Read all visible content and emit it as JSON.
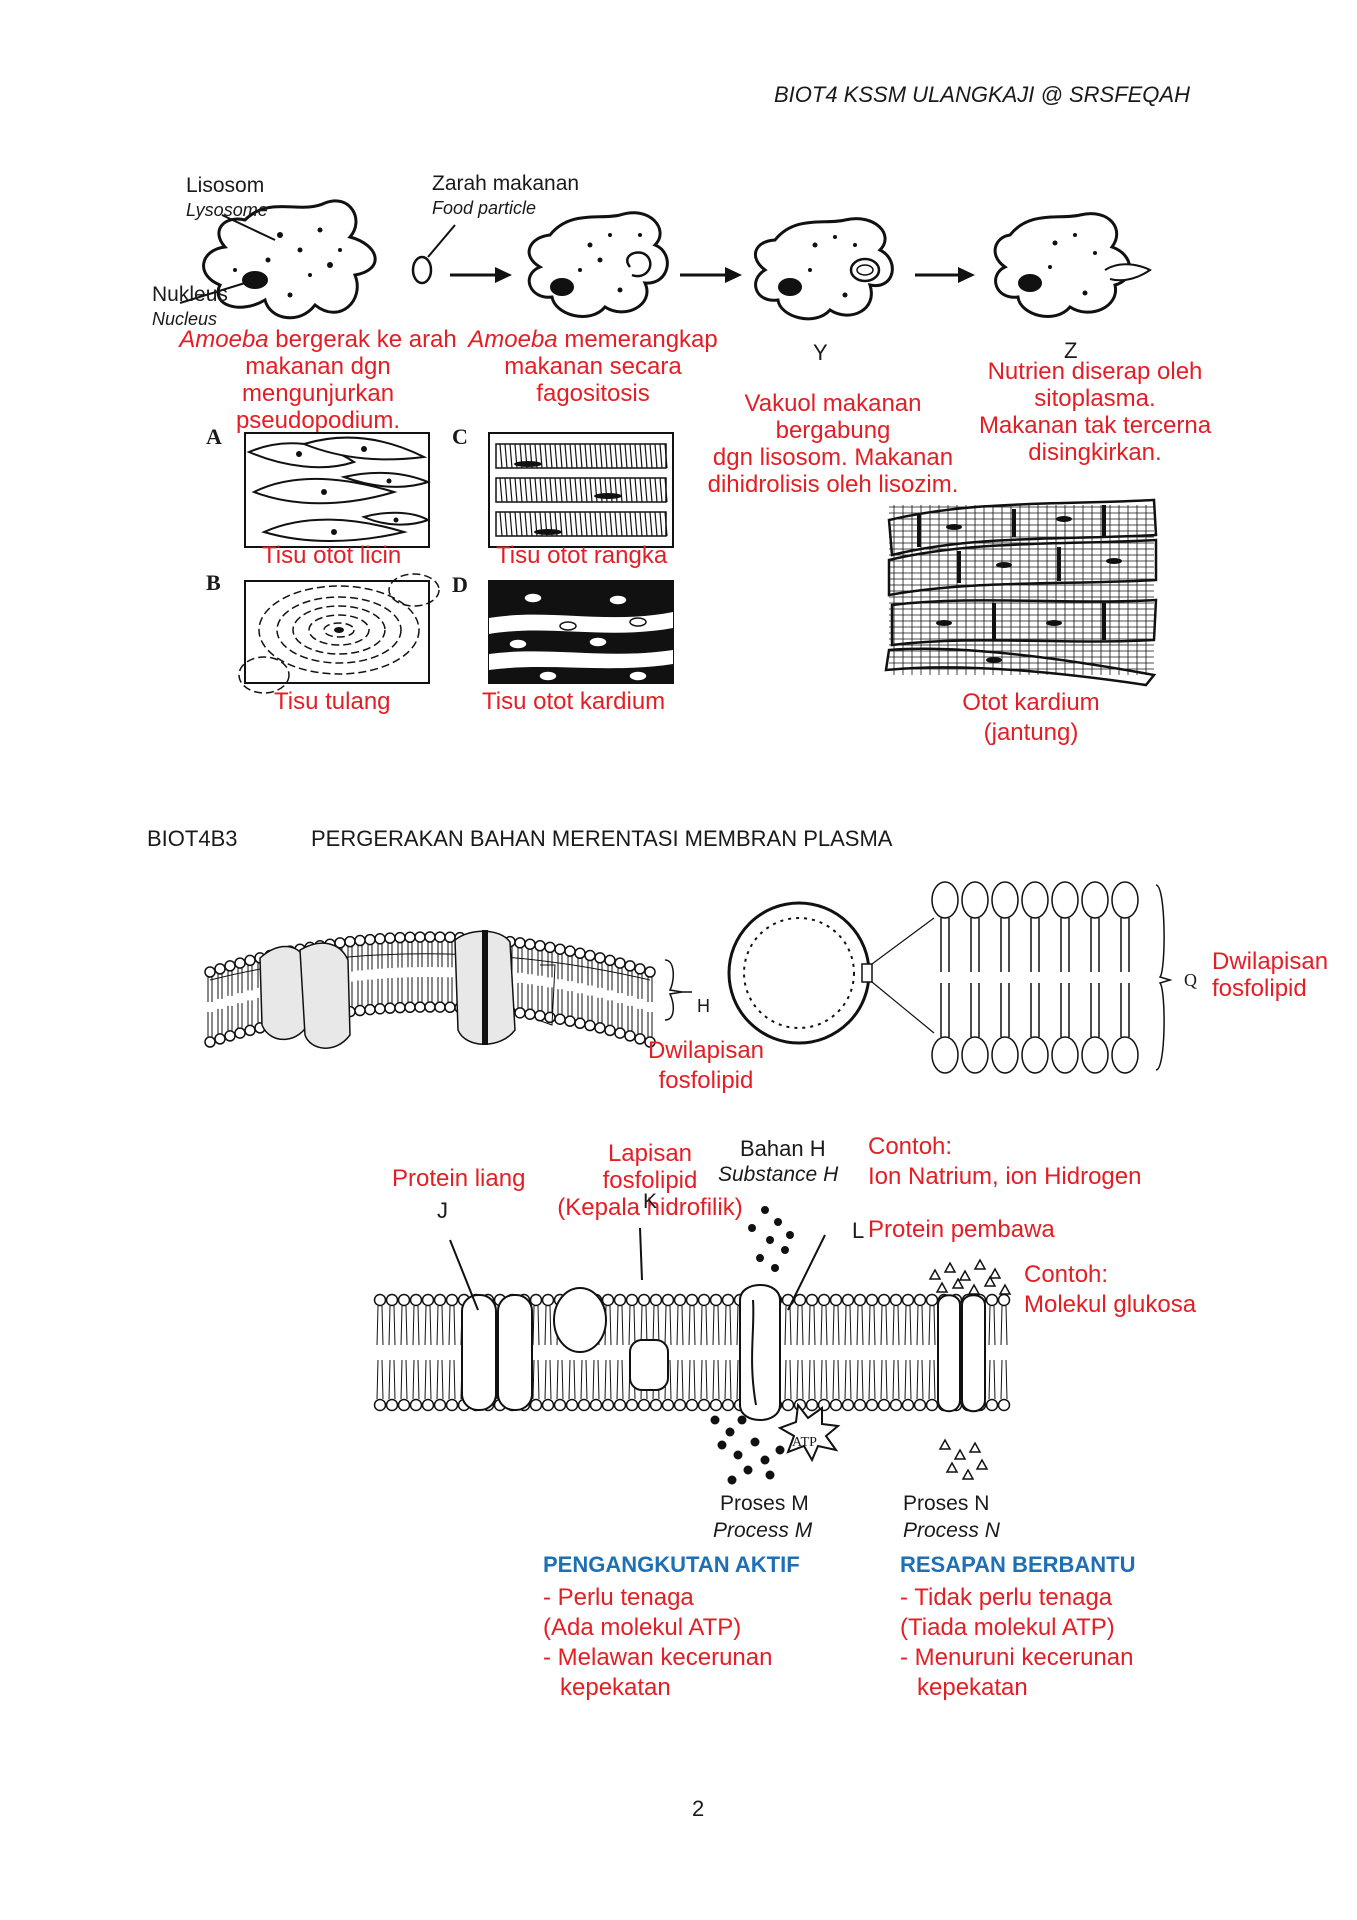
{
  "header": {
    "text": "BIOT4 KSSM ULANGKAJI @ SRSFEQAH"
  },
  "amoeba": {
    "lisosom": "Lisosom",
    "lysosome": "Lysosome",
    "zarah": "Zarah makanan",
    "food": "Food particle",
    "nukleus": "Nukleus",
    "nucleus": "Nucleus",
    "y": "Y",
    "z": "Z",
    "step1": {
      "it": "Amoeba",
      "l1": " bergerak ke arah",
      "l2": "makanan dgn mengunjurkan",
      "l3": "pseudopodium."
    },
    "step2": {
      "it": "Amoeba",
      "l1": " memerangkap",
      "l2": "makanan secara",
      "l3": "fagositosis"
    },
    "step3": {
      "l1": "Vakuol makanan bergabung",
      "l2": "dgn lisosom. Makanan",
      "l3": "dihidrolisis oleh lisozim."
    },
    "step4": {
      "l1": "Nutrien diserap oleh",
      "l2": "sitoplasma.",
      "l3": "Makanan tak tercerna",
      "l4": "disingkirkan."
    }
  },
  "tissues": {
    "A": "A",
    "B": "B",
    "C": "C",
    "D": "D",
    "a_label": "Tisu otot licin",
    "b_label": "Tisu tulang",
    "c_label": "Tisu otot rangka",
    "d_label": "Tisu otot kardium",
    "cardiac_l1": "Otot kardium",
    "cardiac_l2": "(jantung)"
  },
  "section": {
    "code": "BIOT4B3",
    "title": "PERGERAKAN BAHAN MERENTASI MEMBRAN PLASMA"
  },
  "membrane1": {
    "h": "H",
    "dw1_l1": "Dwilapisan",
    "dw1_l2": "fosfolipid",
    "q": "Q",
    "dw2_l1": "Dwilapisan",
    "dw2_l2": "fosfolipid"
  },
  "membrane2": {
    "protein_liang": "Protein liang",
    "j": "J",
    "lapisan_l1": "Lapisan",
    "lapisan_l2": "fosfolipid",
    "lapisan_l3": "(Kepala hidrofilik)",
    "k": "K",
    "bahan_h": "Bahan H",
    "substance_h": "Substance H",
    "contoh1_l1": "Contoh:",
    "contoh1_l2": "Ion Natrium, ion Hidrogen",
    "l": "L",
    "protein_pembawa": "Protein pembawa",
    "contoh2_l1": "Contoh:",
    "contoh2_l2": "Molekul glukosa",
    "atp": "ATP",
    "proses_m": "Proses M",
    "process_m": "Process M",
    "proses_n": "Proses N",
    "process_n": "Process N"
  },
  "active": {
    "title": "PENGANGKUTAN AKTIF",
    "l1": "- Perlu tenaga",
    "l2": "(Ada molekul ATP)",
    "l3": "-  Melawan kecerunan",
    "l4": "kepekatan"
  },
  "facilitated": {
    "title": "RESAPAN BERBANTU",
    "l1": "- Tidak perlu tenaga",
    "l2": "(Tiada molekul ATP)",
    "l3": "-  Menuruni kecerunan",
    "l4": "kepekatan"
  },
  "footer": {
    "page": "2"
  }
}
